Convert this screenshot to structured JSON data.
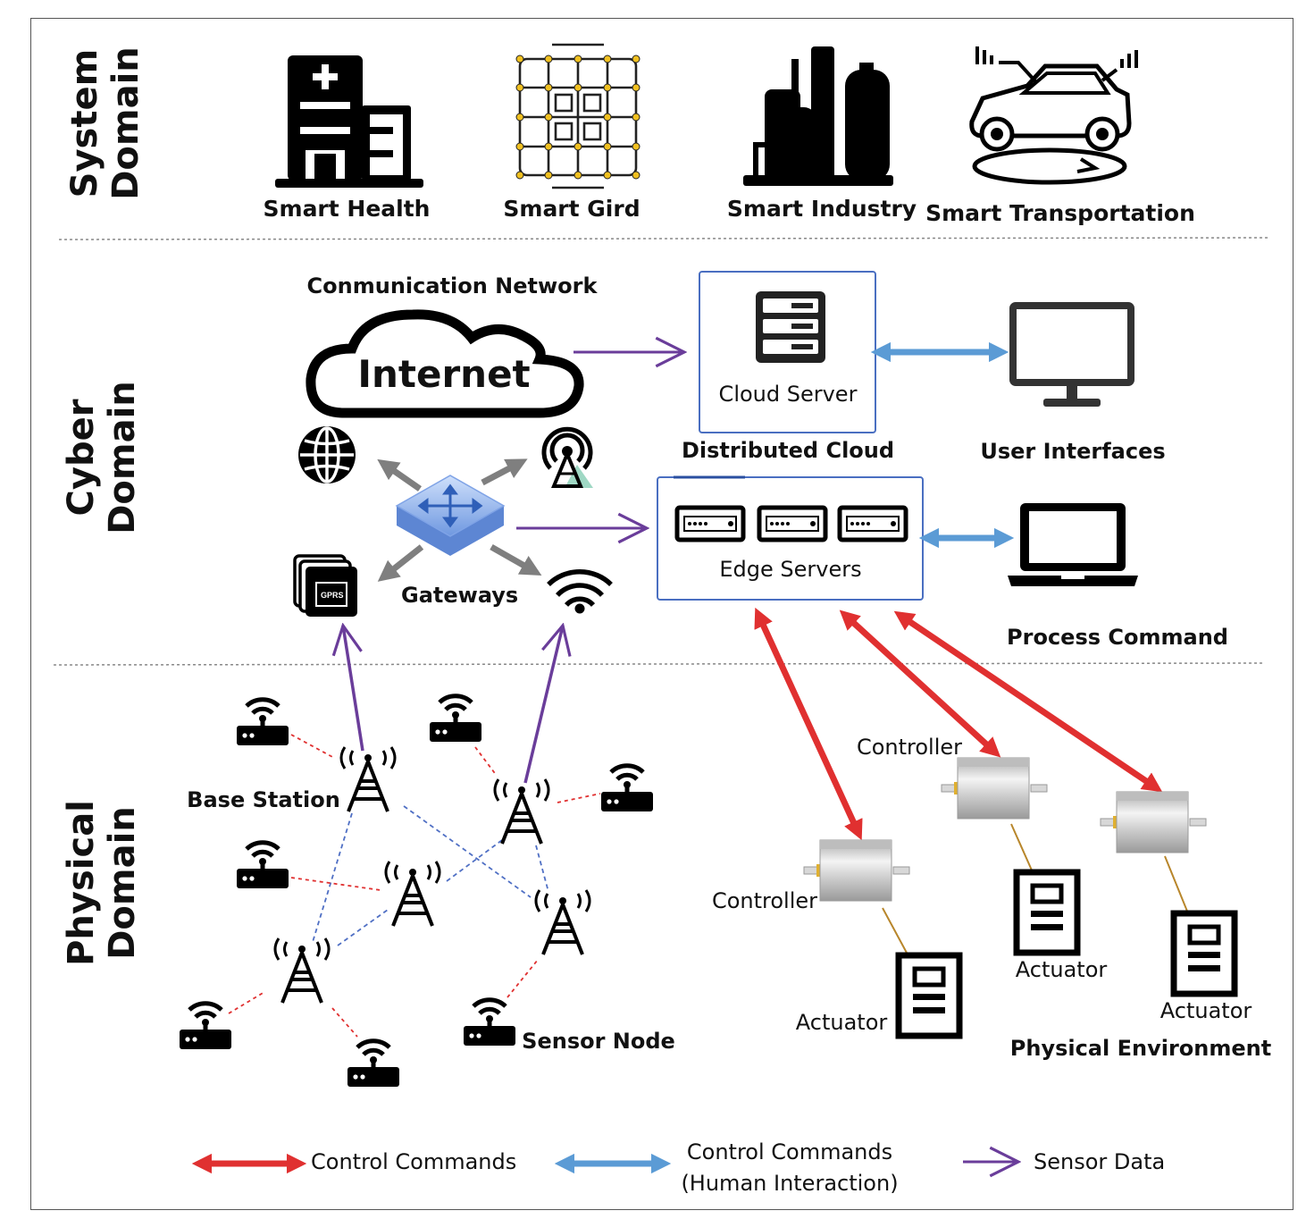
{
  "domains": {
    "system": "System\nDomain",
    "cyber": "Cyber\nDomain",
    "physical": "Physical\nDomain"
  },
  "system_domain": {
    "items": [
      {
        "label": "Smart Health",
        "icon": "hospital-icon"
      },
      {
        "label": "Smart Gird",
        "icon": "smart-grid-icon"
      },
      {
        "label": "Smart Industry",
        "icon": "factory-icon"
      },
      {
        "label": "Smart Transportation",
        "icon": "connected-car-icon"
      }
    ]
  },
  "cyber_domain": {
    "network_title": "Conmunication Network",
    "internet_label": "Internet",
    "gateways_label": "Gateways",
    "gprs_label": "GPRS",
    "cloud_server_label": "Cloud Server",
    "distributed_cloud_label": "Distributed Cloud",
    "user_interfaces_label": "User Interfaces",
    "edge_servers_label": "Edge Servers",
    "process_command_label": "Process Command"
  },
  "physical_domain": {
    "base_station_label": "Base Station",
    "sensor_node_label": "Sensor Node",
    "controller_labels": [
      "Controller",
      "Controller"
    ],
    "actuator_labels": [
      "Actuator",
      "Actuator",
      "Actuator"
    ],
    "environment_label": "Physical Environment"
  },
  "legend": {
    "control_commands": "Control Commands",
    "human_interaction_line1": "Control Commands",
    "human_interaction_line2": "(Human Interaction)",
    "sensor_data": "Sensor Data"
  },
  "colors": {
    "control_commands": "#e03030",
    "human_interaction": "#5b9bd5",
    "sensor_data": "#6a3d9a",
    "gateway_arrows": "#7f7f7f",
    "radio_links": "#4f6fc4",
    "sensor_links": "#e03030",
    "box_border": "#4a6fc1"
  }
}
